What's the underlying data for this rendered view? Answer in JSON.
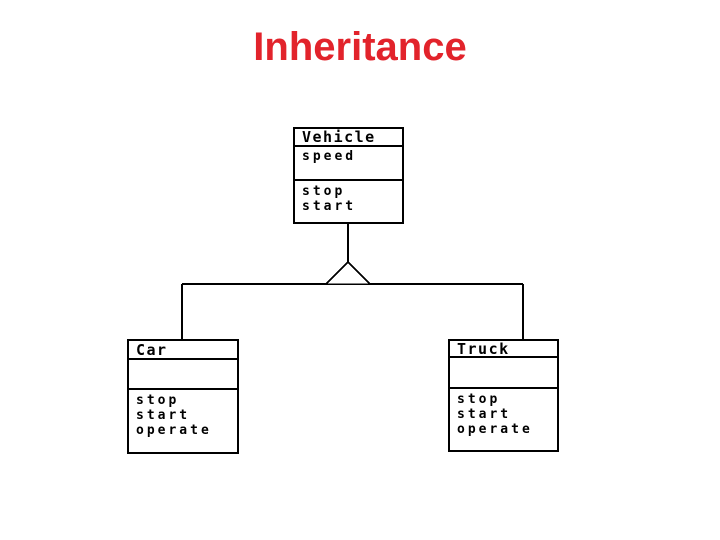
{
  "title": "Inheritance",
  "colors": {
    "title_text": "#e2232b",
    "diagram_lines": "#000000",
    "box_fill": "#ffffff",
    "background": "#ffffff"
  },
  "diagram": {
    "type": "uml-class-diagram",
    "relationship": {
      "kind": "generalization",
      "marker": "hollow-triangle-icon",
      "parent": "Vehicle",
      "children": [
        "Car",
        "Truck"
      ]
    },
    "classes": {
      "vehicle": {
        "name": "Vehicle",
        "attributes": [
          "speed"
        ],
        "methods": [
          "stop",
          "start"
        ]
      },
      "car": {
        "name": "Car",
        "attributes": [],
        "methods": [
          "stop",
          "start",
          "operate"
        ]
      },
      "truck": {
        "name": "Truck",
        "attributes": [],
        "methods": [
          "stop",
          "start",
          "operate"
        ]
      }
    }
  }
}
